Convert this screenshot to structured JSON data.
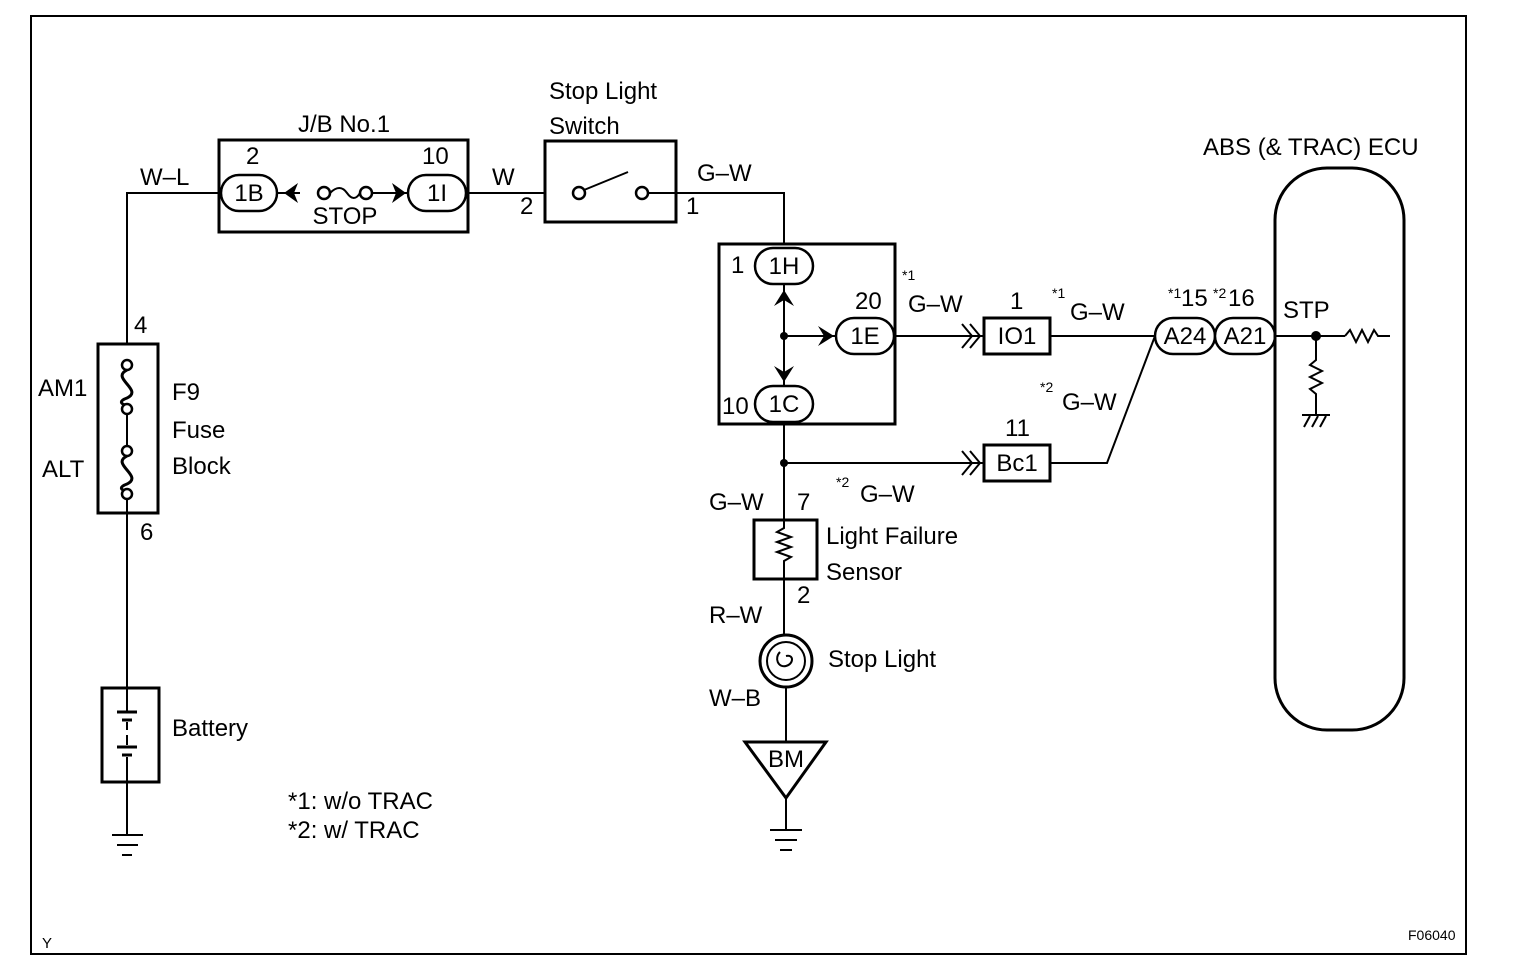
{
  "jb": {
    "title": "J/B No.1",
    "pin_left": "2",
    "pin_right": "10",
    "conn_left": "1B",
    "conn_right": "1I",
    "fuse_label": "STOP"
  },
  "wires": {
    "wl": "W–L",
    "w": "W",
    "gw_switch": "G–W",
    "gw_e": "G–W",
    "gw_io": "G–W",
    "gw_bc_upper": "G–W",
    "gw_bc_lower": "G–W",
    "gw_sensor": "G–W",
    "rw": "R–W",
    "wb": "W–B"
  },
  "stop_switch": {
    "title_line1": "Stop Light",
    "title_line2": "Switch",
    "pin_in": "2",
    "pin_out": "1"
  },
  "junction": {
    "pin_h": "1",
    "conn_h": "1H",
    "pin_e": "20",
    "conn_e": "1E",
    "pin_c": "10",
    "conn_c": "1C"
  },
  "connectors": {
    "io1": "IO1",
    "io1_pin": "1",
    "bc1": "Bc1",
    "bc1_pin": "11",
    "a24": "A24",
    "a24_pin": "15",
    "a21": "A21",
    "a21_pin": "16"
  },
  "marks": {
    "m1": "*1",
    "m2": "*2"
  },
  "fuse_block": {
    "pin_top": "4",
    "pin_bottom": "6",
    "am1": "AM1",
    "alt": "ALT",
    "name1": "F9",
    "name2": "Fuse",
    "name3": "Block"
  },
  "battery_label": "Battery",
  "sensor": {
    "pin_top": "7",
    "pin_bottom": "2",
    "name1": "Light Failure",
    "name2": "Sensor"
  },
  "stop_light_label": "Stop Light",
  "ground_label": "BM",
  "ecu": {
    "title": "ABS (& TRAC) ECU",
    "pin": "STP"
  },
  "legend": {
    "line1": "*1: w/o TRAC",
    "line2": "*2: w/   TRAC"
  },
  "corner_left": "Y",
  "figure_id": "F06040"
}
